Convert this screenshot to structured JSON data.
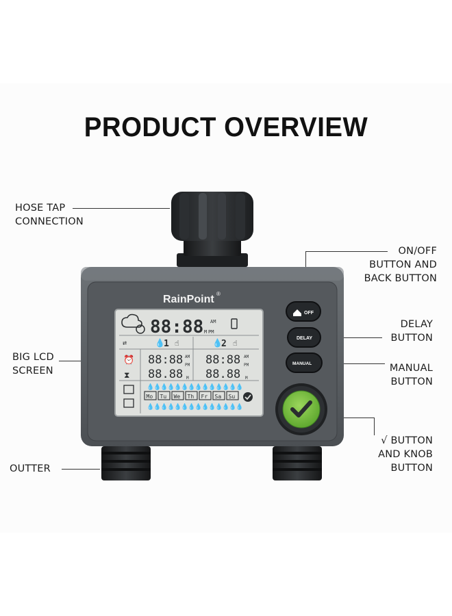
{
  "title": "PRODUCT OVERVIEW",
  "brand": "RainPoint",
  "callouts": {
    "hose_tap": [
      "HOSE TAP",
      "CONNECTION"
    ],
    "big_lcd": [
      "BIG LCD",
      "SCREEN"
    ],
    "outter": [
      "OUTTER"
    ],
    "on_off": [
      "ON/OFF",
      "BUTTON AND",
      "BACK BUTTON"
    ],
    "delay": [
      "DELAY",
      "BUTTON"
    ],
    "manual": [
      "MANUAL",
      "BUTTON"
    ],
    "check_knob": [
      "√ BUTTON",
      "AND KNOB",
      "BUTTON"
    ]
  },
  "buttons": {
    "off": "OFF",
    "delay": "DELAY",
    "manual": "MANUAL"
  },
  "lcd": {
    "clock": "88:88",
    "am": "AM",
    "pm": "PM",
    "m": "M",
    "zone1": "1",
    "zone2": "2",
    "time_a": "88:88",
    "dur_a": "88.88",
    "days": [
      "Mo",
      "Tu",
      "We",
      "Th",
      "Fr",
      "Sa",
      "Su"
    ]
  },
  "colors": {
    "body": "#5b5f63",
    "lcd": "#dfe1de",
    "knob_green": "#7fc444",
    "button": "#2a2d30"
  }
}
